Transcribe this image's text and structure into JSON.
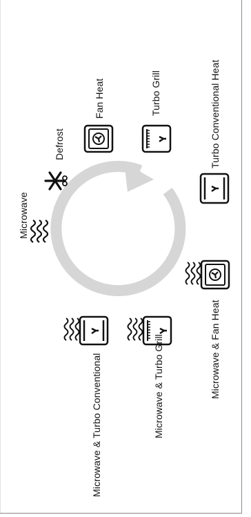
{
  "modes": [
    {
      "id": "microwave",
      "label": "Microwave",
      "icon": "microwave-waves-icon"
    },
    {
      "id": "defrost",
      "label": "Defrost",
      "icon": "snowflake-icon"
    },
    {
      "id": "fan-heat",
      "label": "Fan Heat",
      "icon": "fan-oven-icon"
    },
    {
      "id": "turbo-grill",
      "label": "Turbo Grill",
      "icon": "grill-fan-oven-icon"
    },
    {
      "id": "turbo-conventional",
      "label": "Turbo Conventional Heat",
      "icon": "conventional-fan-oven-icon"
    },
    {
      "id": "microwave-fan-heat",
      "label": "Microwave & Fan Heat",
      "icon": "microwave-fan-oven-icon"
    },
    {
      "id": "microwave-turbo-grill",
      "label": "Microwave & Turbo Grill",
      "icon": "microwave-grill-fan-oven-icon"
    },
    {
      "id": "microwave-turbo-conventional",
      "label": "Microwave & Turbo Conventional",
      "icon": "microwave-conventional-fan-oven-icon"
    }
  ],
  "colors": {
    "ring": "#d6d6d6",
    "icon": "#111111",
    "text": "#111111",
    "frame": "#8a8a8a"
  }
}
